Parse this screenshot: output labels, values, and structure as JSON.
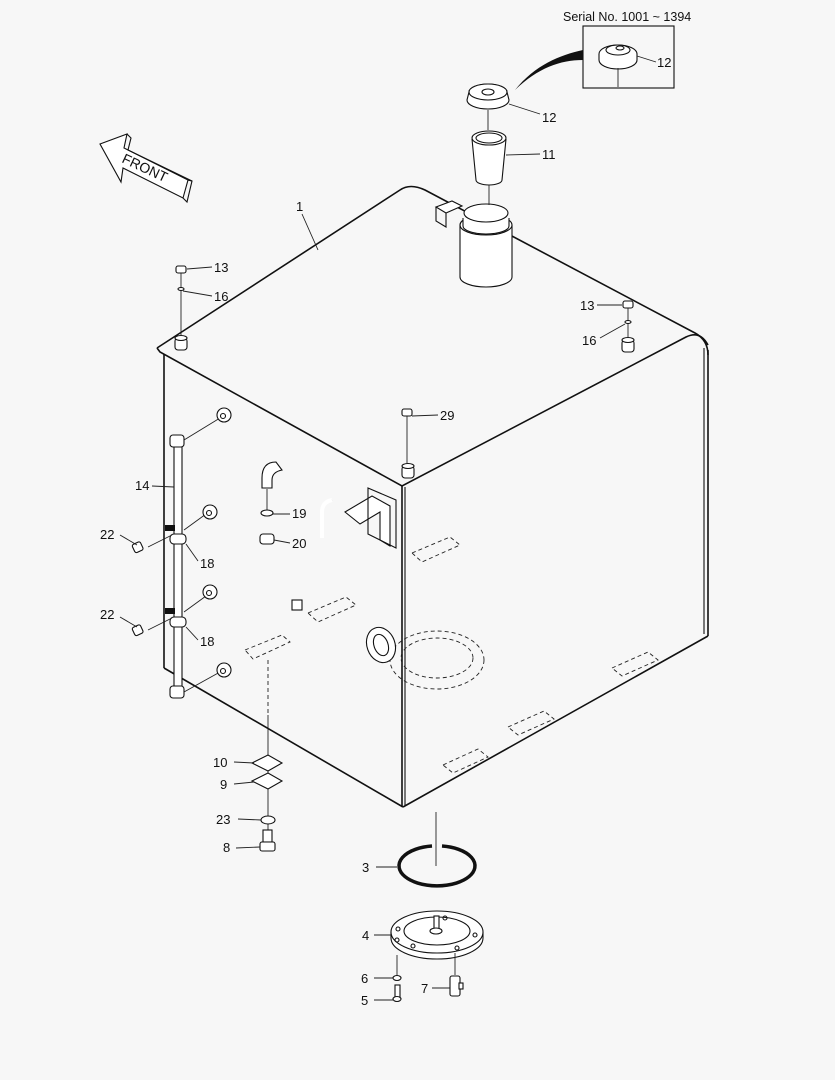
{
  "inset": {
    "title": "Serial No. 1001 ~ 1394",
    "part_label": "12"
  },
  "orientation": {
    "arrow_label": "FRONT"
  },
  "callouts": [
    {
      "id": "c1",
      "label": "1"
    },
    {
      "id": "c3",
      "label": "3"
    },
    {
      "id": "c4",
      "label": "4"
    },
    {
      "id": "c5",
      "label": "5"
    },
    {
      "id": "c6",
      "label": "6"
    },
    {
      "id": "c7",
      "label": "7"
    },
    {
      "id": "c8",
      "label": "8"
    },
    {
      "id": "c9",
      "label": "9"
    },
    {
      "id": "c10",
      "label": "10"
    },
    {
      "id": "c11",
      "label": "11"
    },
    {
      "id": "c12",
      "label": "12"
    },
    {
      "id": "c13a",
      "label": "13"
    },
    {
      "id": "c13b",
      "label": "13"
    },
    {
      "id": "c14",
      "label": "14"
    },
    {
      "id": "c16a",
      "label": "16"
    },
    {
      "id": "c16b",
      "label": "16"
    },
    {
      "id": "c18a",
      "label": "18"
    },
    {
      "id": "c18b",
      "label": "18"
    },
    {
      "id": "c19",
      "label": "19"
    },
    {
      "id": "c20",
      "label": "20"
    },
    {
      "id": "c22a",
      "label": "22"
    },
    {
      "id": "c22b",
      "label": "22"
    },
    {
      "id": "c23",
      "label": "23"
    },
    {
      "id": "c29",
      "label": "29"
    }
  ],
  "colors": {
    "background": "#f7f7f7",
    "line": "#111111"
  }
}
